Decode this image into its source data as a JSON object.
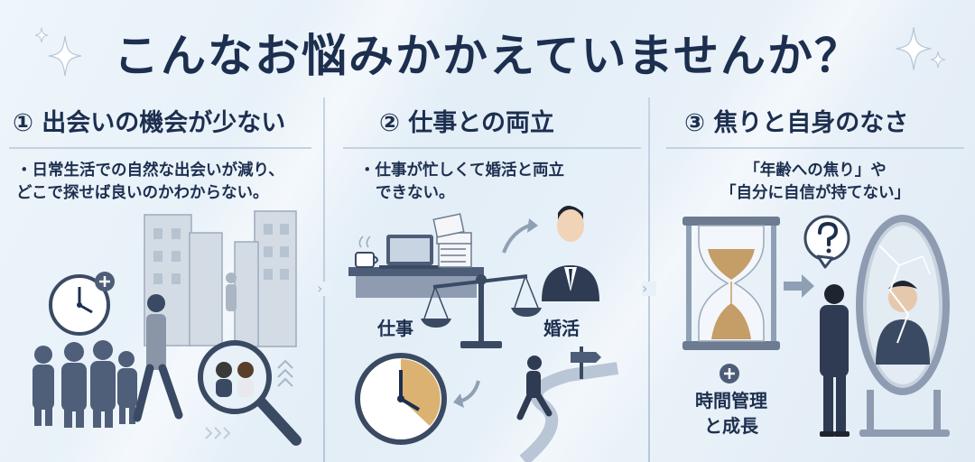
{
  "title": "こんなお悩みかかえていませんか？",
  "sections": [
    {
      "heading": "① 出会いの機会が少ない",
      "lines": [
        "・日常生活での自然な出会いが減り、",
        "どこで探せば良いのかわからない。"
      ]
    },
    {
      "heading": "② 仕事との両立",
      "lines": [
        "・仕事が忙しくて婚活と両立",
        "できない。"
      ],
      "labels": {
        "work": "仕事",
        "konkatsu": "婚活"
      }
    },
    {
      "heading": "③ 焦りと自身のなさ",
      "lines": [
        "「年齢への焦り」や",
        "「自分に自信が持てない」"
      ],
      "labels": {
        "time_line1": "時間管理",
        "time_line2": "と成長"
      }
    }
  ],
  "icons": [
    "sparkle-icon",
    "clock-icon",
    "plus-icon",
    "buildings-icon",
    "magnifier-icon",
    "laptop-icon",
    "coffee-icon",
    "documents-icon",
    "scale-icon",
    "businessman-icon",
    "arrow-icon",
    "walking-person-icon",
    "signpost-icon",
    "hourglass-icon",
    "question-icon",
    "mirror-icon"
  ],
  "colors": {
    "navy": "#1d2f4f",
    "suit": "#3b4a63",
    "clock_accent": "#d6a459",
    "divider": "#c4d2e0",
    "background": "#e7f0f8"
  }
}
